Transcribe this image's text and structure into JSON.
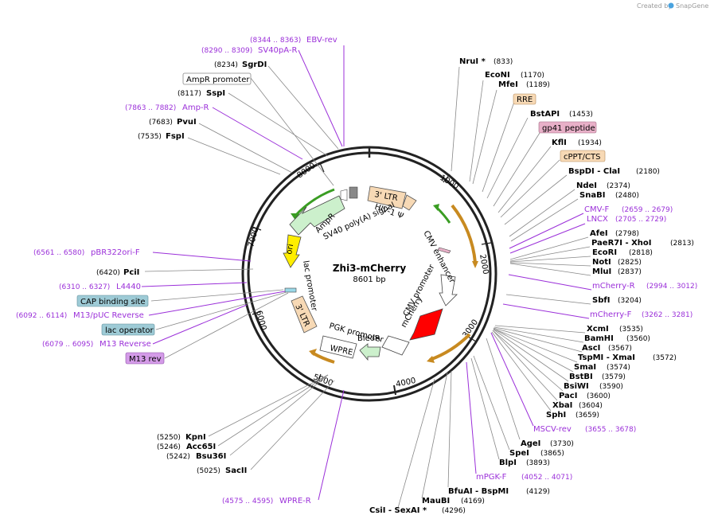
{
  "credit": {
    "text": "Created by",
    "brand": "SnapGene"
  },
  "map": {
    "name": "Zhi3-mCherry",
    "length": "8601 bp"
  },
  "ticks": [
    "1000",
    "2000",
    "3000",
    "4000",
    "5000",
    "6000",
    "7000",
    "8000"
  ],
  "features": {
    "ltr3_top": "3' LTR",
    "hiv_psi": "HIV-1 Ψ",
    "sv40": "SV40 poly(A) signal",
    "ampr": "AmpR",
    "ori": "ori",
    "lac": "lac promoter",
    "ltr3_bottom": "3' LTR",
    "wpre": "WPRE",
    "pgk": "PGK promoter",
    "bleor": "BleoR",
    "mcherry": "mCherry",
    "cmv_promoter": "CMV promoter",
    "cmv_enhancer": "CMV enhancer"
  },
  "sites_right": [
    {
      "name": "NruI *",
      "pos": "(833)"
    },
    {
      "name": "EcoNI",
      "pos": "(1170)"
    },
    {
      "name": "MfeI",
      "pos": "(1189)"
    },
    {
      "name": "RRE",
      "pos": "",
      "box": "feature"
    },
    {
      "name": "BstAPI",
      "pos": "(1453)"
    },
    {
      "name": "gp41 peptide",
      "pos": "",
      "box": "pink"
    },
    {
      "name": "KflI",
      "pos": "(1934)"
    },
    {
      "name": "cPPT/CTS",
      "pos": "",
      "box": "feature"
    },
    {
      "name": "BspDI - ClaI",
      "pos": "(2180)"
    },
    {
      "name": "NdeI",
      "pos": "(2374)"
    },
    {
      "name": "SnaBI",
      "pos": "(2480)"
    },
    {
      "name": "CMV-F",
      "pos": "(2659 .. 2679)",
      "primer": true
    },
    {
      "name": "LNCX",
      "pos": "(2705 .. 2729)",
      "primer": true
    },
    {
      "name": "AfeI",
      "pos": "(2798)"
    },
    {
      "name": "PaeR7I - XhoI",
      "pos": "(2813)"
    },
    {
      "name": "EcoRI",
      "pos": "(2818)"
    },
    {
      "name": "NotI",
      "pos": "(2825)"
    },
    {
      "name": "MluI",
      "pos": "(2837)"
    },
    {
      "name": "mCherry-R",
      "pos": "(2994 .. 3012)",
      "primer": true
    },
    {
      "name": "SbfI",
      "pos": "(3204)"
    },
    {
      "name": "mCherry-F",
      "pos": "(3262 .. 3281)",
      "primer": true
    },
    {
      "name": "XcmI",
      "pos": "(3535)"
    },
    {
      "name": "BamHI",
      "pos": "(3560)"
    },
    {
      "name": "AscI",
      "pos": "(3567)"
    },
    {
      "name": "TspMI - XmaI",
      "pos": "(3572)"
    },
    {
      "name": "SmaI",
      "pos": "(3574)"
    },
    {
      "name": "BstBI",
      "pos": "(3579)"
    },
    {
      "name": "BsiWI",
      "pos": "(3590)"
    },
    {
      "name": "PacI",
      "pos": "(3600)"
    },
    {
      "name": "XbaI",
      "pos": "(3604)"
    },
    {
      "name": "SphI",
      "pos": "(3659)"
    },
    {
      "name": "MSCV-rev",
      "pos": "(3655 .. 3678)",
      "primer": true
    },
    {
      "name": "AgeI",
      "pos": "(3730)"
    },
    {
      "name": "SpeI",
      "pos": "(3865)"
    },
    {
      "name": "BlpI",
      "pos": "(3893)"
    },
    {
      "name": "mPGK-F",
      "pos": "(4052 .. 4071)",
      "primer": true
    },
    {
      "name": "BfuAI - BspMI",
      "pos": "(4129)"
    },
    {
      "name": "MauBI",
      "pos": "(4169)"
    },
    {
      "name": "CsiI - SexAI *",
      "pos": "(4296)"
    }
  ],
  "sites_left": [
    {
      "name": "EBV-rev",
      "pos": "(8344 .. 8363)",
      "primer": true
    },
    {
      "name": "SV40pA-R",
      "pos": "(8290 .. 8309)",
      "primer": true
    },
    {
      "name": "SgrDI",
      "pos": "(8234)"
    },
    {
      "name": "AmpR promoter",
      "pos": "",
      "box": "white"
    },
    {
      "name": "SspI",
      "pos": "(8117)"
    },
    {
      "name": "Amp-R",
      "pos": "(7863 .. 7882)",
      "primer": true
    },
    {
      "name": "PvuI",
      "pos": "(7683)"
    },
    {
      "name": "FspI",
      "pos": "(7535)"
    },
    {
      "name": "pBR322ori-F",
      "pos": "(6561 .. 6580)",
      "primer": true
    },
    {
      "name": "PciI",
      "pos": "(6420)"
    },
    {
      "name": "L4440",
      "pos": "(6310 .. 6327)",
      "primer": true
    },
    {
      "name": "CAP binding site",
      "pos": "",
      "box": "teal"
    },
    {
      "name": "M13/pUC Reverse",
      "pos": "(6092 .. 6114)",
      "primer": true
    },
    {
      "name": "lac operator",
      "pos": "",
      "box": "teal"
    },
    {
      "name": "M13 Reverse",
      "pos": "(6079 .. 6095)",
      "primer": true
    },
    {
      "name": "M13 rev",
      "pos": "",
      "box": "purple"
    },
    {
      "name": "KpnI",
      "pos": "(5250)"
    },
    {
      "name": "Acc65I",
      "pos": "(5246)"
    },
    {
      "name": "Bsu36I",
      "pos": "(5242)"
    },
    {
      "name": "SacII",
      "pos": "(5025)"
    },
    {
      "name": "WPRE-R",
      "pos": "(4575 .. 4595)",
      "primer": true
    }
  ]
}
